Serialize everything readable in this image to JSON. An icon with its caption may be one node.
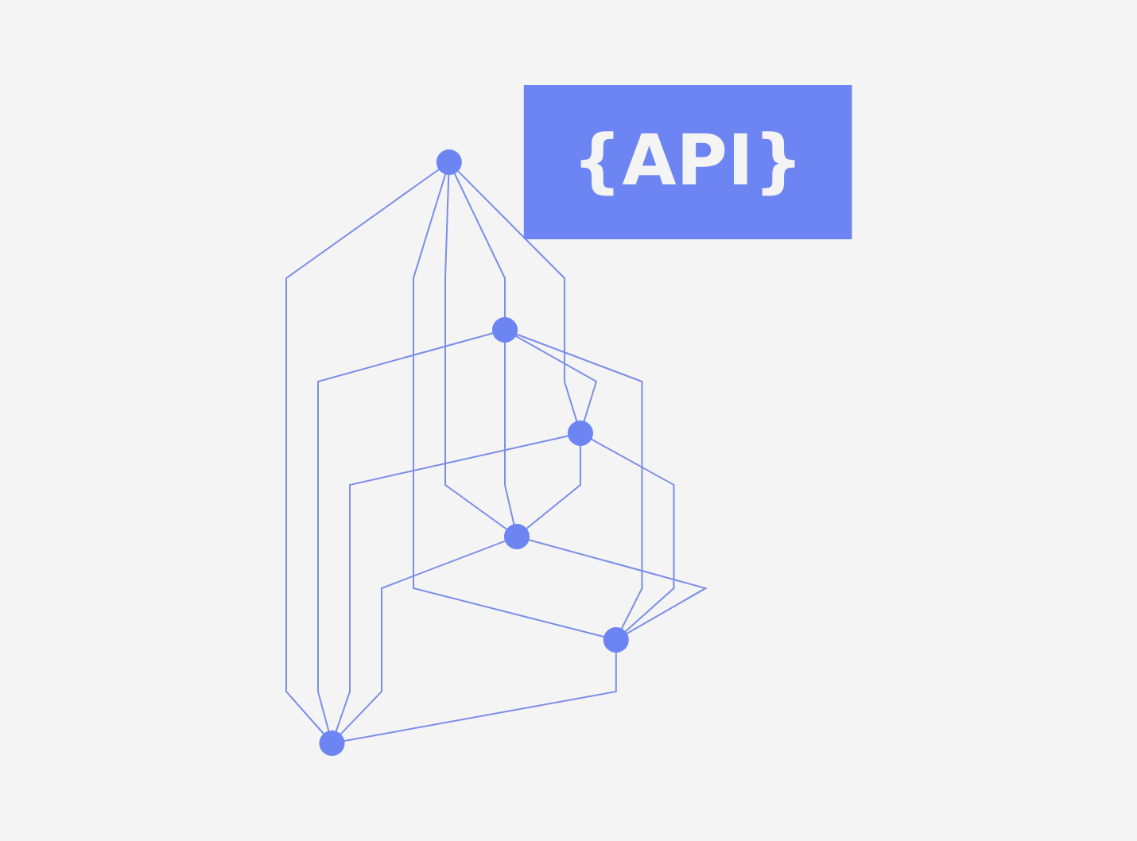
{
  "diagram": {
    "nodes": [
      {
        "text": [],
        "shape": "circle"
      },
      {
        "text": [],
        "shape": "circle"
      },
      {
        "text": [],
        "shape": "circle"
      },
      {
        "text": [
          "{API}"
        ]
      },
      {
        "text": [],
        "shape": "circle"
      },
      {
        "text": [],
        "shape": "circle"
      },
      {
        "text": [],
        "shape": "circle"
      }
    ],
    "edges": [
      {
        "from": 0,
        "to": 2,
        "arrow": "none"
      },
      {
        "from": 0,
        "to": 1,
        "arrow": "none"
      },
      {
        "from": 0,
        "to": 4,
        "arrow": "none"
      },
      {
        "from": 0,
        "to": 6,
        "arrow": "none"
      },
      {
        "from": 0,
        "to": 5,
        "arrow": "none"
      },
      {
        "from": 2,
        "to": 1,
        "arrow": "none"
      },
      {
        "from": 2,
        "to": 4,
        "arrow": "none"
      },
      {
        "from": 2,
        "to": 6,
        "arrow": "none"
      },
      {
        "from": 2,
        "to": 5,
        "arrow": "none"
      },
      {
        "from": 1,
        "to": 4,
        "arrow": "none"
      },
      {
        "from": 1,
        "to": 6,
        "arrow": "none"
      },
      {
        "from": 1,
        "to": 5,
        "arrow": "none"
      },
      {
        "from": 4,
        "to": 5,
        "arrow": "none"
      },
      {
        "from": 4,
        "to": 6,
        "arrow": "none"
      },
      {
        "from": 6,
        "to": 5,
        "arrow": "none"
      }
    ]
  }
}
